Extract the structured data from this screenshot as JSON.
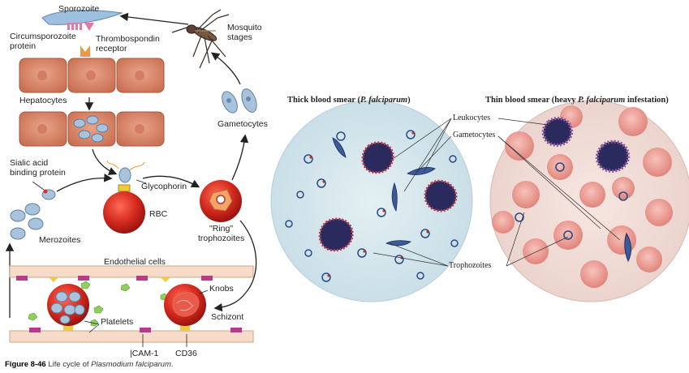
{
  "lifecycle": {
    "sporozoite": "Sporozoite",
    "circumsporozoite_l1": "Circumsporozoite",
    "circumsporozoite_l2": "protein",
    "thrombospondin_l1": "Thrombospondin",
    "thrombospondin_l2": "receptor",
    "mosquito_l1": "Mosquito",
    "mosquito_l2": "stages",
    "hepatocytes": "Hepatocytes",
    "gametocytes": "Gametocytes",
    "sialic_l1": "Sialic acid",
    "sialic_l2": "binding protein",
    "glycophorin": "Glycophorin",
    "rbc": "RBC",
    "ring_l1": "\"Ring\"",
    "ring_l2": "trophozoites",
    "merozoites": "Merozoites",
    "endothelial": "Endothelial cells",
    "knobs": "Knobs",
    "schizont": "Schizont",
    "platelets": "Platelets",
    "icam": "|CAM-1",
    "cd36": "CD36"
  },
  "smears": {
    "thick_title_pre": "Thick blood smear (",
    "thick_title_species": "P. falciparum",
    "thick_title_post": ")",
    "thin_title_pre": "Thin blood smear (heavy ",
    "thin_title_species": "P. falciparum",
    "thin_title_post": " infestation)",
    "leukocytes": "Leukocytes",
    "gametocytes": "Gametocytes",
    "trophozoites": "Trophozoites"
  },
  "caption": {
    "figure": "Figure 8-46",
    "text_pre": "Life cycle of ",
    "species": "Plasmodium falciparum",
    "text_post": "."
  },
  "colors": {
    "hepatocyte": "#d9876a",
    "rbc": "#d42a1e",
    "parasite": "#a9c3dd",
    "smear_bg": "#d7e8ee",
    "thin_bg": "#f2dcd6",
    "leukocyte_nucleus": "#2a2a5e"
  }
}
